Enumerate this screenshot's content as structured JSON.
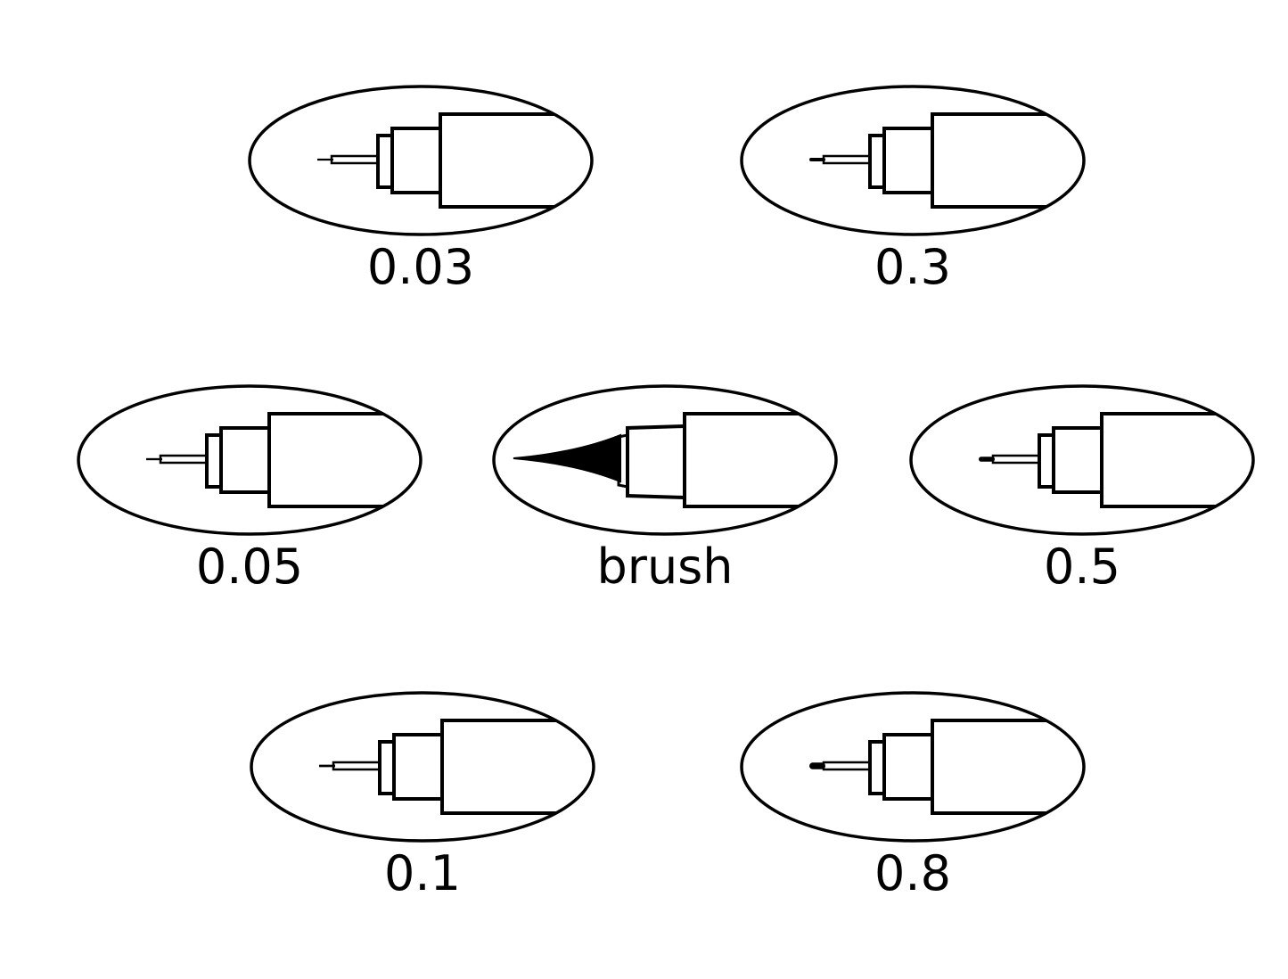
{
  "tips": [
    {
      "label": "0.03",
      "kind": "needle",
      "icon": "pen-tip-icon",
      "nib": 0.03
    },
    {
      "label": "0.3",
      "kind": "needle",
      "icon": "pen-tip-icon",
      "nib": 0.3
    },
    {
      "label": "0.05",
      "kind": "needle",
      "icon": "pen-tip-icon",
      "nib": 0.05
    },
    {
      "label": "brush",
      "kind": "brush",
      "icon": "brush-tip-icon",
      "nib": null
    },
    {
      "label": "0.5",
      "kind": "needle",
      "icon": "pen-tip-icon",
      "nib": 0.5
    },
    {
      "label": "0.1",
      "kind": "needle",
      "icon": "pen-tip-icon",
      "nib": 0.1
    },
    {
      "label": "0.8",
      "kind": "needle",
      "icon": "pen-tip-icon",
      "nib": 0.8
    }
  ],
  "colors": {
    "ink": "#000000",
    "background": "#ffffff"
  }
}
